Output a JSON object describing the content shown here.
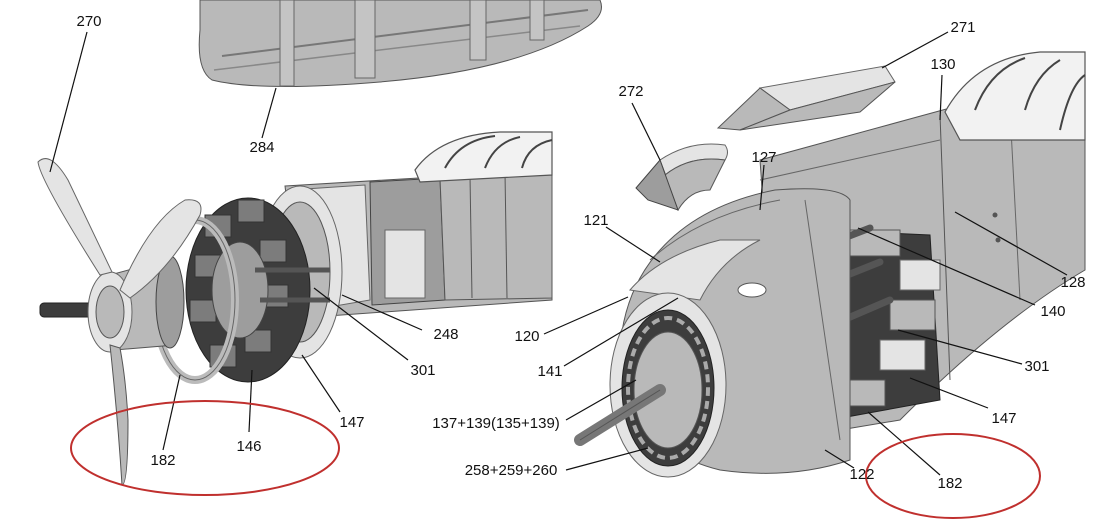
{
  "labels": {
    "l270": "270",
    "l284": "284",
    "l248": "248",
    "l301a": "301",
    "l147a": "147",
    "l182a": "182",
    "l146": "146",
    "l271": "271",
    "l272": "272",
    "l130": "130",
    "l127": "127",
    "l121": "121",
    "l128": "128",
    "l140": "140",
    "l120": "120",
    "l141": "141",
    "l301b": "301",
    "l137": "137+139(135+139)",
    "l147b": "147",
    "l258": "258+259+260",
    "l122": "122",
    "l182b": "182"
  },
  "colors": {
    "highlight_oval": "#c0302e"
  }
}
